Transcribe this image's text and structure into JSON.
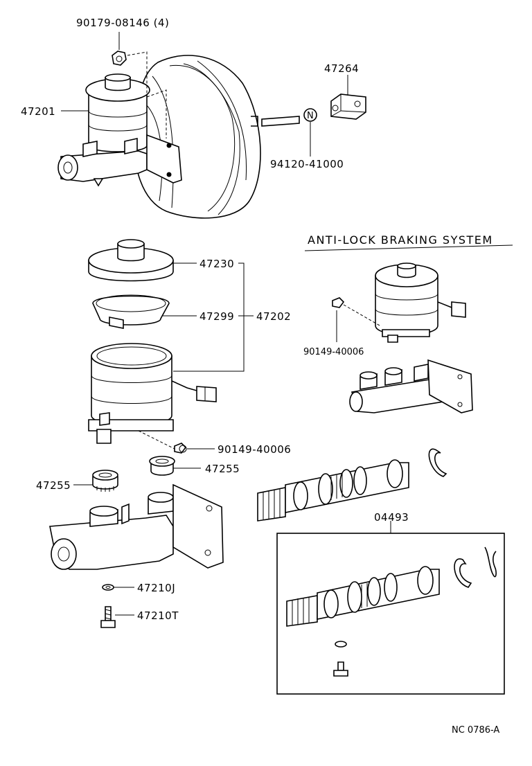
{
  "labels": {
    "p90179": "90179-08146 (4)",
    "p47201": "47201",
    "p47264": "47264",
    "p94120": "94120-41000",
    "abs_title": "ANTI-LOCK BRAKING SYSTEM",
    "p47230": "47230",
    "p47299": "47299",
    "p47202": "47202",
    "p90149_abs": "90149-40006",
    "p90149": "90149-40006",
    "p47255_right": "47255",
    "p47255_left": "47255",
    "p04493": "04493",
    "p47210J": "47210J",
    "p47210T": "47210T",
    "figure_code": "NC 0786-A"
  },
  "icons": {
    "nut_symbol": "N"
  }
}
